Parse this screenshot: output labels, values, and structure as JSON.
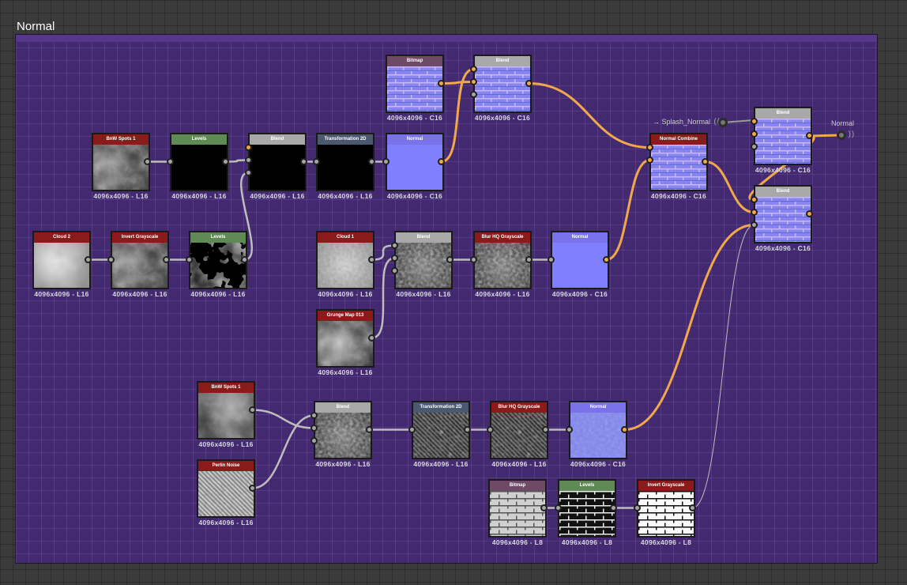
{
  "frame": {
    "title": "Normal"
  },
  "colors": {
    "header_red": "#8b1a1a",
    "header_green": "#5f8a55",
    "header_gray": "#a8a8a8",
    "header_slate": "#4a5870",
    "header_mauve": "#6e4a66",
    "frame_bg": "#432a70",
    "wire_orange": "#f0a84a",
    "wire_gray": "#bdbdbd"
  },
  "labels": {
    "splash_normal": "Splash_Normal",
    "output_normal": "Normal"
  },
  "nodes": [
    {
      "id": "n1",
      "title": "BnW Spots 1",
      "res": "4096x4096 - L16",
      "color": "red",
      "thumb": "cloud-dark"
    },
    {
      "id": "n2",
      "title": "Levels",
      "res": "4096x4096 - L16",
      "color": "green",
      "thumb": "bw-spots"
    },
    {
      "id": "n3",
      "title": "Blend",
      "res": "4096x4096 - L16",
      "color": "gray",
      "thumb": "bw-spots"
    },
    {
      "id": "n4",
      "title": "Transformation 2D",
      "res": "4096x4096 - L16",
      "color": "slate",
      "thumb": "bw-speckle"
    },
    {
      "id": "n5",
      "title": "Normal",
      "res": "4096x4096 - C16",
      "color": "purple",
      "thumb": "normal-flat"
    },
    {
      "id": "n6",
      "title": "Bitmap",
      "res": "4096x4096 - C16",
      "color": "mauve",
      "thumb": "normal-brick"
    },
    {
      "id": "n7",
      "title": "Blend",
      "res": "4096x4096 - C16",
      "color": "gray",
      "thumb": "normal-brick"
    },
    {
      "id": "n8",
      "title": "Cloud 2",
      "res": "4096x4096 - L16",
      "color": "red",
      "thumb": "cloud-light"
    },
    {
      "id": "n9",
      "title": "Invert Grayscale",
      "res": "4096x4096 - L16",
      "color": "red",
      "thumb": "cloud-dark"
    },
    {
      "id": "n10",
      "title": "Levels",
      "res": "4096x4096 - L16",
      "color": "green",
      "thumb": "bw-blobs"
    },
    {
      "id": "n11",
      "title": "Cloud 1",
      "res": "4096x4096 - L16",
      "color": "red",
      "thumb": "noise-light"
    },
    {
      "id": "n12",
      "title": "Blend",
      "res": "4096x4096 - L16",
      "color": "gray",
      "thumb": "noise-dark"
    },
    {
      "id": "n13",
      "title": "Blur HQ Grayscale",
      "res": "4096x4096 - L16",
      "color": "red",
      "thumb": "noise-dark"
    },
    {
      "id": "n14",
      "title": "Normal",
      "res": "4096x4096 - C16",
      "color": "purple",
      "thumb": "normal-flat"
    },
    {
      "id": "n15",
      "title": "Grunge Map 013",
      "res": "4096x4096 - L16",
      "color": "red",
      "thumb": "grunge"
    },
    {
      "id": "n16",
      "title": "Normal Combine",
      "res": "4096x4096 - C16",
      "color": "red",
      "thumb": "normal-brick"
    },
    {
      "id": "n17",
      "title": "Blend",
      "res": "4096x4096 - C16",
      "color": "gray",
      "thumb": "normal-brick"
    },
    {
      "id": "n18",
      "title": "Blend",
      "res": "4096x4096 - C16",
      "color": "gray",
      "thumb": "normal-brick"
    },
    {
      "id": "n19",
      "title": "BnW Spots 1",
      "res": "4096x4096 - L16",
      "color": "red",
      "thumb": "cloud-mid"
    },
    {
      "id": "n20",
      "title": "Perlin Noise",
      "res": "4096x4096 - L16",
      "color": "red",
      "thumb": "perlin"
    },
    {
      "id": "n21",
      "title": "Blend",
      "res": "4096x4096 - L16",
      "color": "gray",
      "thumb": "noise-dark"
    },
    {
      "id": "n22",
      "title": "Transformation 2D",
      "res": "4096x4096 - L16",
      "color": "slate",
      "thumb": "perlin-dark"
    },
    {
      "id": "n23",
      "title": "Blur HQ Grayscale",
      "res": "4096x4096 - L16",
      "color": "red",
      "thumb": "perlin-dark"
    },
    {
      "id": "n24",
      "title": "Normal",
      "res": "4096x4096 - C16",
      "color": "purple",
      "thumb": "normal-noise"
    },
    {
      "id": "n25",
      "title": "Bitmap",
      "res": "4096x4096 - L8",
      "color": "mauve",
      "thumb": "brick-light"
    },
    {
      "id": "n26",
      "title": "Levels",
      "res": "4096x4096 - L8",
      "color": "green",
      "thumb": "brick-dark"
    },
    {
      "id": "n27",
      "title": "Invert Grayscale",
      "res": "4096x4096 - L8",
      "color": "red",
      "thumb": "brick-white"
    }
  ]
}
